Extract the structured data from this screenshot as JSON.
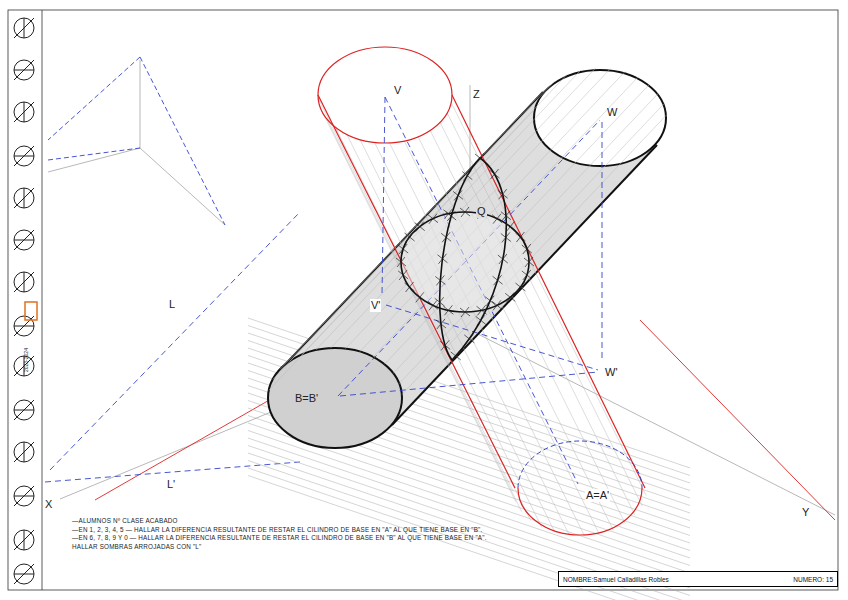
{
  "diagram": {
    "nodes": [
      {
        "text": [
          "NOMBRE:Samuel Calladillas Robles",
          "NUMERO: 15"
        ]
      }
    ],
    "labels": [
      "V",
      "Z",
      "W",
      "Q",
      "V'",
      "W'",
      "L",
      "B=B'",
      "A=A'",
      "L'",
      "X",
      "Y",
      "2023-2024",
      "—ALUMNOS Nº CLASE ACABADO",
      "—EN 1, 2, 3, 4, 5 — HALLAR LA DIFERENCIA RESULTANTE DE RESTAR EL CILINDRO DE BASE EN \"A\" AL QUE TIENE BASE EN \"B\".",
      "—EN 6, 7, 8, 9 Y 0 — HALLAR LA DIFERENCIA RESULTANTE DE RESTAR EL CILINDRO DE BASE EN \"B\" AL QUE TIENE BASE EN \"A\".",
      "HALLAR SOMBRAS ARROJADAS CON \"L\""
    ]
  }
}
